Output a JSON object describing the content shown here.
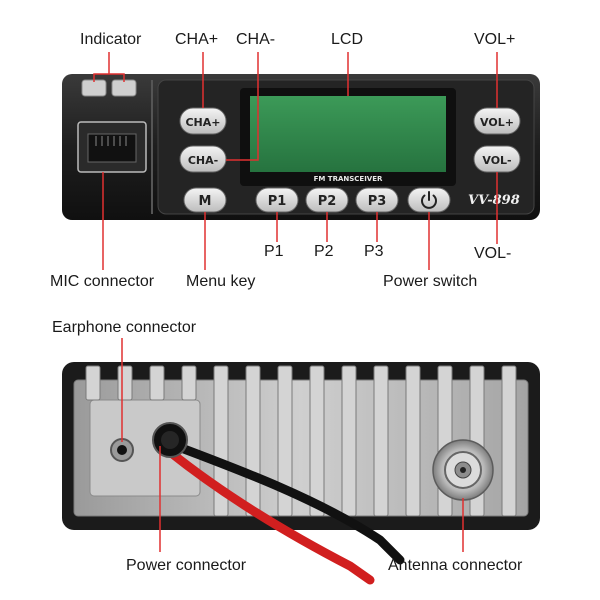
{
  "front_panel": {
    "labels": {
      "indicator": "Indicator",
      "cha_plus": "CHA+",
      "cha_minus": "CHA-",
      "lcd": "LCD",
      "vol_plus": "VOL+",
      "vol_minus": "VOL-",
      "mic_connector": "MIC connector",
      "menu_key": "Menu key",
      "p1": "P1",
      "p2": "P2",
      "p3": "P3",
      "power_switch": "Power switch"
    },
    "buttons": {
      "cha_plus": "CHA+",
      "cha_minus": "CHA-",
      "vol_plus": "VOL+",
      "vol_minus": "VOL-",
      "menu": "M",
      "p1": "P1",
      "p2": "P2",
      "p3": "P3",
      "power_symbol": "⏻"
    },
    "lcd_caption": "FM TRANSCEIVER",
    "model": "VV-898"
  },
  "rear_panel": {
    "labels": {
      "earphone_connector": "Earphone connector",
      "power_connector": "Power connector",
      "antenna_connector": "Antenna connector"
    }
  },
  "colors": {
    "body": "#1e1e1e",
    "lcd": "#2f8a4c",
    "button": "#dedede",
    "callout_line": "#e03030",
    "heatsink": "#b5b5b5",
    "cable_red": "#d11f1f",
    "cable_black": "#111111"
  }
}
